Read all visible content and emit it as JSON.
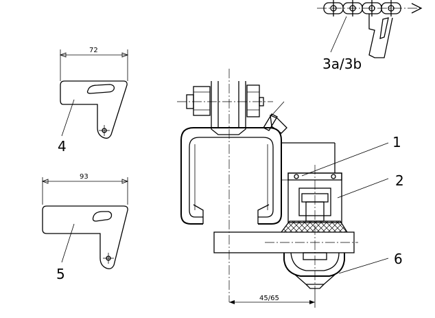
{
  "callouts": {
    "chain": "3a/3b",
    "plate_a": "4",
    "plate_b": "5",
    "part_1": "1",
    "part_2": "2",
    "part_6": "6"
  },
  "dimensions": {
    "plate_a_width": "72",
    "plate_b_width": "93",
    "offset": "45/65"
  }
}
